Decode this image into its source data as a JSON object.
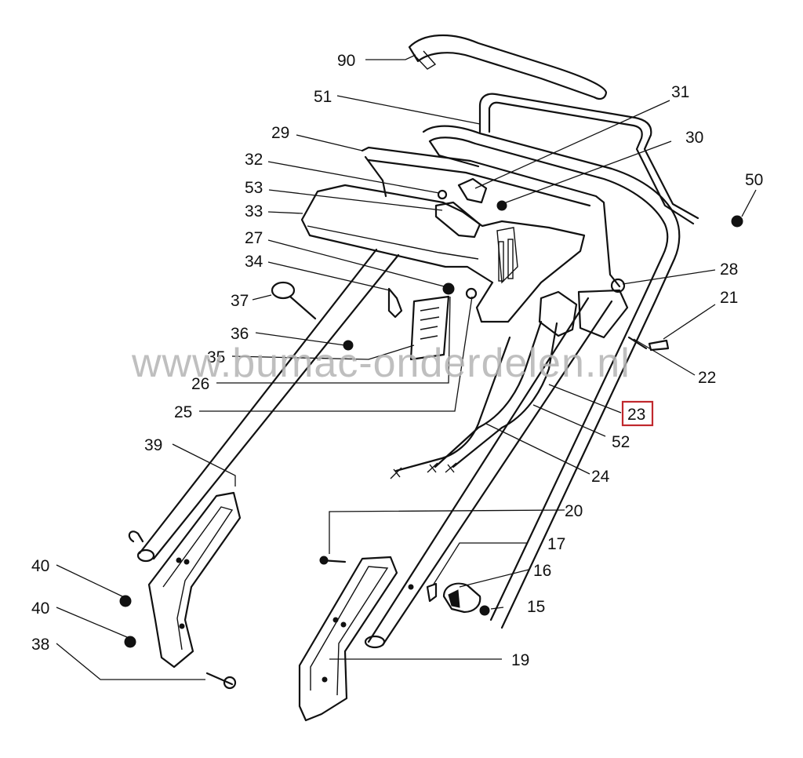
{
  "watermark": "www.bumac-onderdelen.nl",
  "highlight_color": "#c0282d",
  "labels": {
    "p90": "90",
    "p51": "51",
    "p31": "31",
    "p30": "30",
    "p29": "29",
    "p32": "32",
    "p50": "50",
    "p53": "53",
    "p33": "33",
    "p27": "27",
    "p28": "28",
    "p34": "34",
    "p37": "37",
    "p21": "21",
    "p36": "36",
    "p35": "35",
    "p22": "22",
    "p26": "26",
    "p25": "25",
    "p23": "23",
    "p52": "52",
    "p39": "39",
    "p24": "24",
    "p20": "20",
    "p17": "17",
    "p16": "16",
    "p40a": "40",
    "p15": "15",
    "p40b": "40",
    "p38": "38",
    "p19": "19"
  }
}
